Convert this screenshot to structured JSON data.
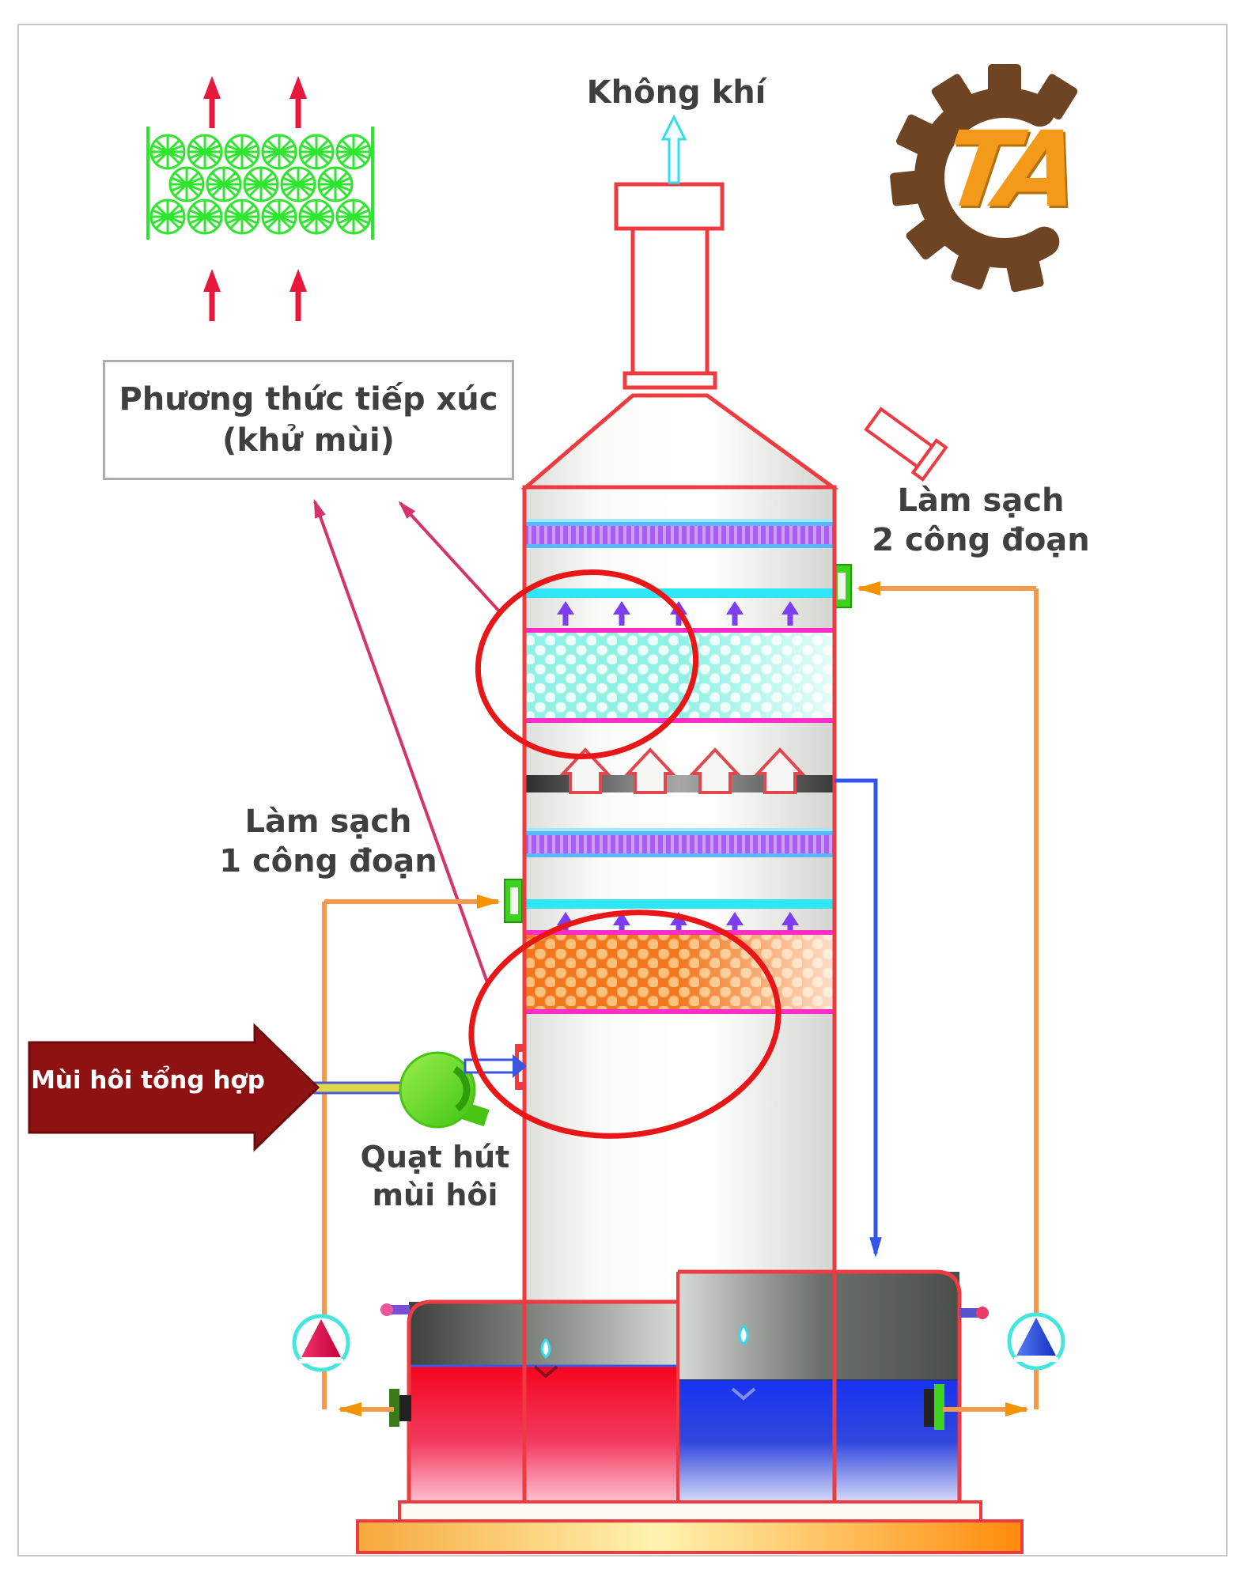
{
  "labels": {
    "air": "Không khí",
    "contact_box": {
      "line1": "Phương thức tiếp xúc",
      "line2": "(khử mùi)"
    },
    "stage2": {
      "line1": "Làm sạch",
      "line2": "2 công đoạn"
    },
    "stage1": {
      "line1": "Làm sạch",
      "line2": "1 công đoạn"
    },
    "odor_input": "Mùi hôi tổng hợp",
    "fan": {
      "line1": "Quạt hút",
      "line2": "mùi hôi"
    },
    "logo_text": "TA"
  },
  "colors": {
    "outline_red": "#ee3b41",
    "pipe_orange": "#f59a4c",
    "arrow_orange": "#f59300",
    "inlet_arrow_maroon": "#8e1212",
    "flange_green": "#3ed21f",
    "spray_cyan": "#2ee6f6",
    "packing_cyan": "#8df2e4",
    "packing_orange": "#f1761c",
    "demister_purple": "#a85ef2",
    "liquid_red": "#f5051d",
    "liquid_blue": "#1d36e8",
    "highlight_ellipse_red": "#e81616",
    "pointer_pink": "#d6336c",
    "media_green": "#2fe52f",
    "logo_gear_brown": "#6e4423",
    "logo_text_orange": "#f49a1a"
  },
  "icons": {
    "air_outlet": "hollow-up-arrow",
    "flow_up": "red-up-arrow",
    "spray_flow": "purple-up-arrow",
    "pump": "triangle-in-circle",
    "fan": "green-volute",
    "packing_media": "spoked-wheel",
    "level_mark": "droplet"
  }
}
